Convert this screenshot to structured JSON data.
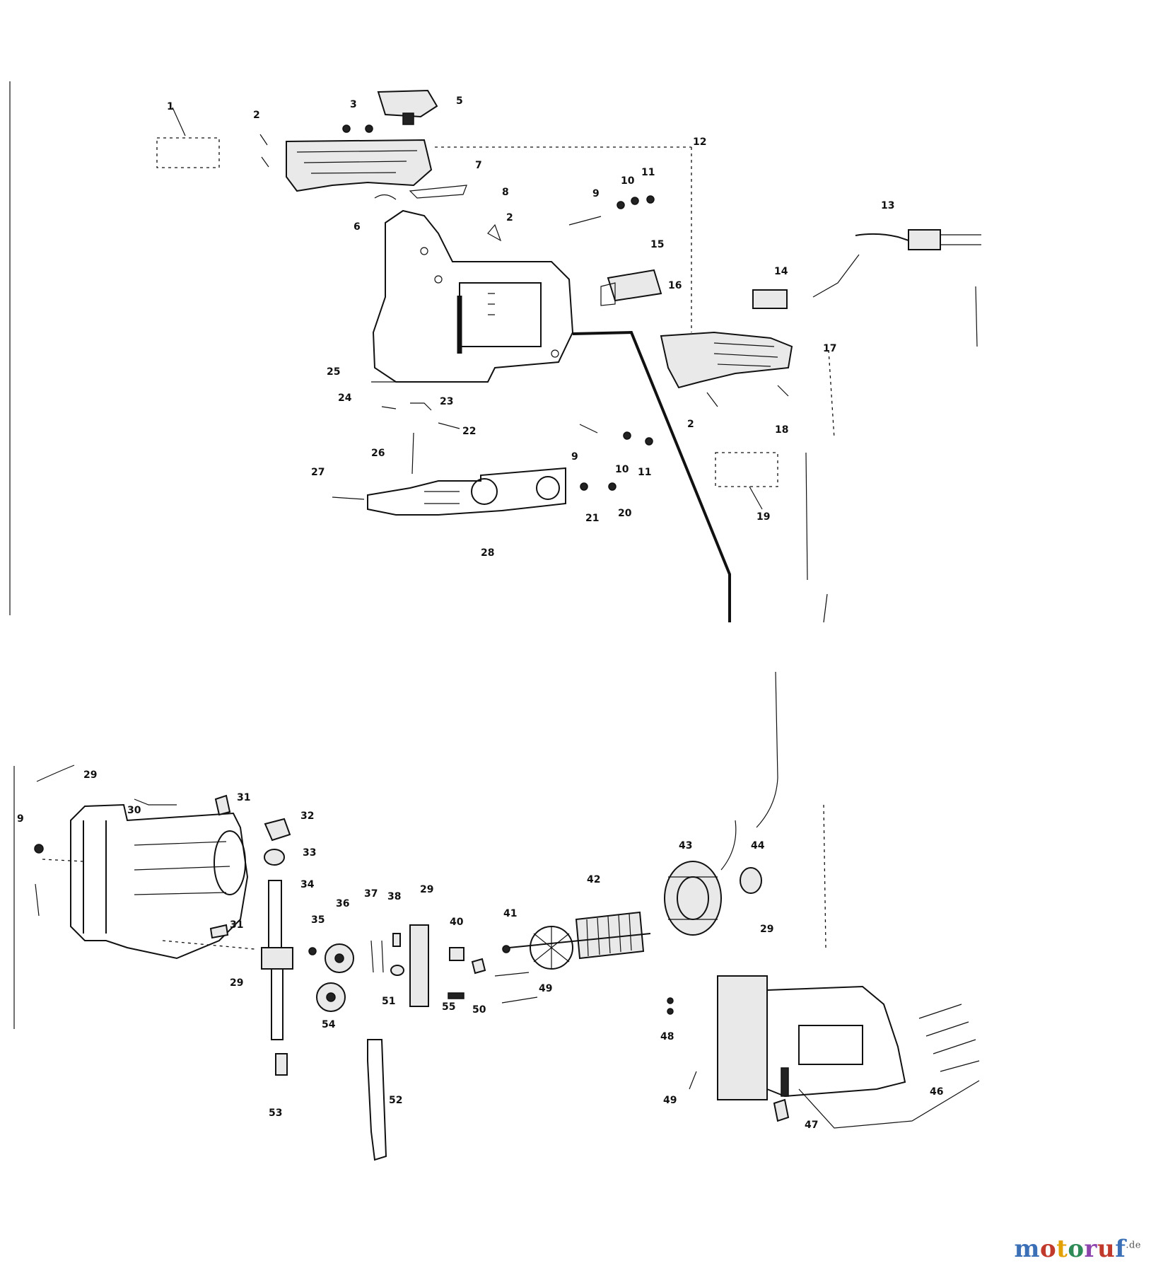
{
  "diagram": {
    "callouts": {
      "c1": "1",
      "c2a": "2",
      "c2b": "2",
      "c2c": "2",
      "c3": "3",
      "c5": "5",
      "c6": "6",
      "c7": "7",
      "c8": "8",
      "c9a": "9",
      "c9b": "9",
      "c10a": "10",
      "c10b": "10",
      "c11a": "11",
      "c11b": "11",
      "c12": "12",
      "c13": "13",
      "c14": "14",
      "c15": "15",
      "c16": "16",
      "c17": "17",
      "c18": "18",
      "c19": "19",
      "c20": "20",
      "c21": "21",
      "c22": "22",
      "c23": "23",
      "c24": "24",
      "c25": "25",
      "c26": "26",
      "c27": "27",
      "c28": "28",
      "c29a": "29",
      "c29b": "29",
      "c29c": "29",
      "c30": "30",
      "c31a": "31",
      "c31b": "31",
      "c32": "32",
      "c33": "33",
      "c34": "34",
      "c35": "35",
      "c36": "36",
      "c37": "37",
      "c38": "38",
      "c40": "40",
      "c41": "41",
      "c42": "42",
      "c43": "43",
      "c44": "44",
      "c46": "46",
      "c47": "47",
      "c48": "48",
      "c49a": "49",
      "c49b": "49",
      "c50": "50",
      "c51": "51",
      "c52": "52",
      "c53": "53",
      "c54": "54",
      "c55": "55"
    }
  },
  "watermark": {
    "text": "motoruf",
    "tld": ".de",
    "colors": [
      "#3b6fb6",
      "#c0392b",
      "#e2a100",
      "#2e8b57",
      "#8e44ad",
      "#c0392b",
      "#3b6fb6"
    ]
  }
}
